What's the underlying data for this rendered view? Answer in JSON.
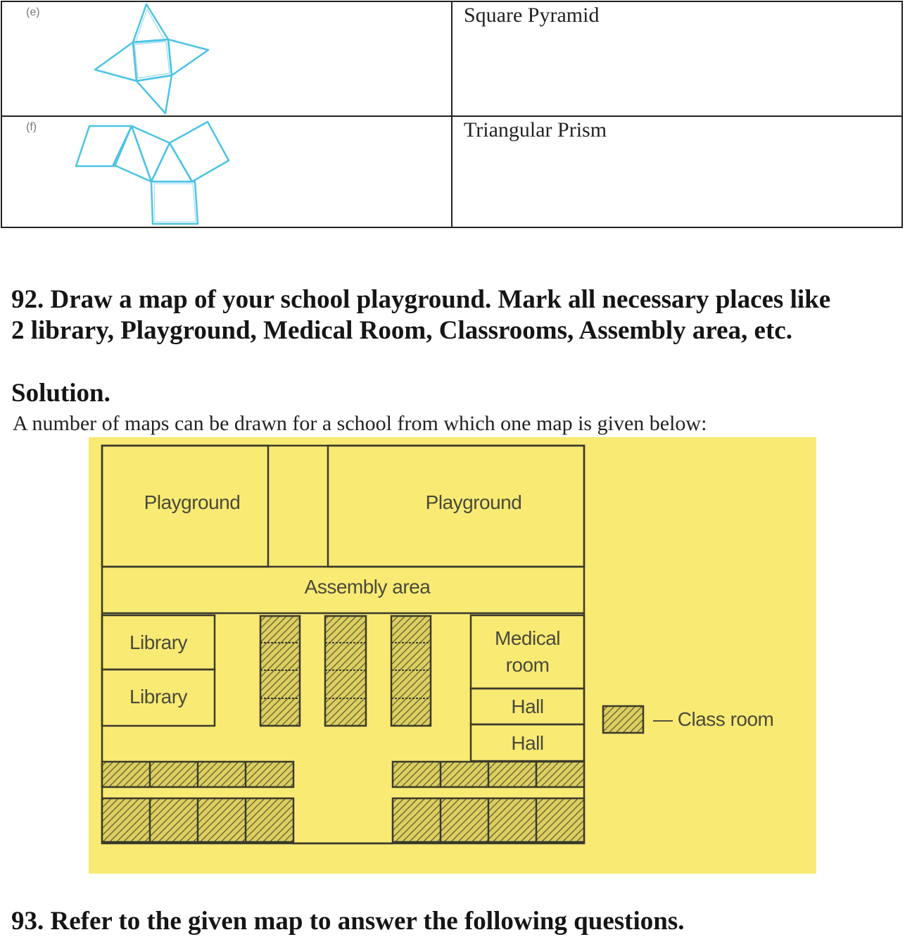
{
  "nets_table": {
    "rows": [
      {
        "label": "(e)",
        "shape": "Square Pyramid"
      },
      {
        "label": "(f)",
        "shape": "Triangular Prism"
      }
    ],
    "net_color": "#4cc3e6"
  },
  "question_92": {
    "line1": "92.  Draw a map of your school playground. Mark all necessary places like",
    "line2": "2 library, Playground, Medical Room, Classrooms, Assembly area, etc."
  },
  "solution": {
    "title": "Solution.",
    "text": "A number of maps can be drawn for a school from which one map is given below:"
  },
  "school_map": {
    "background_color": "#f9ea74",
    "labels": {
      "playground_left": "Playground",
      "playground_right": "Playground",
      "assembly": "Assembly area",
      "library_1": "Library",
      "library_2": "Library",
      "medical_line1": "Medical",
      "medical_line2": "room",
      "hall_1": "Hall",
      "hall_2": "Hall"
    },
    "legend": {
      "text": "— Class room"
    }
  },
  "question_93": {
    "text": "93. Refer to the given map to answer the following questions."
  }
}
